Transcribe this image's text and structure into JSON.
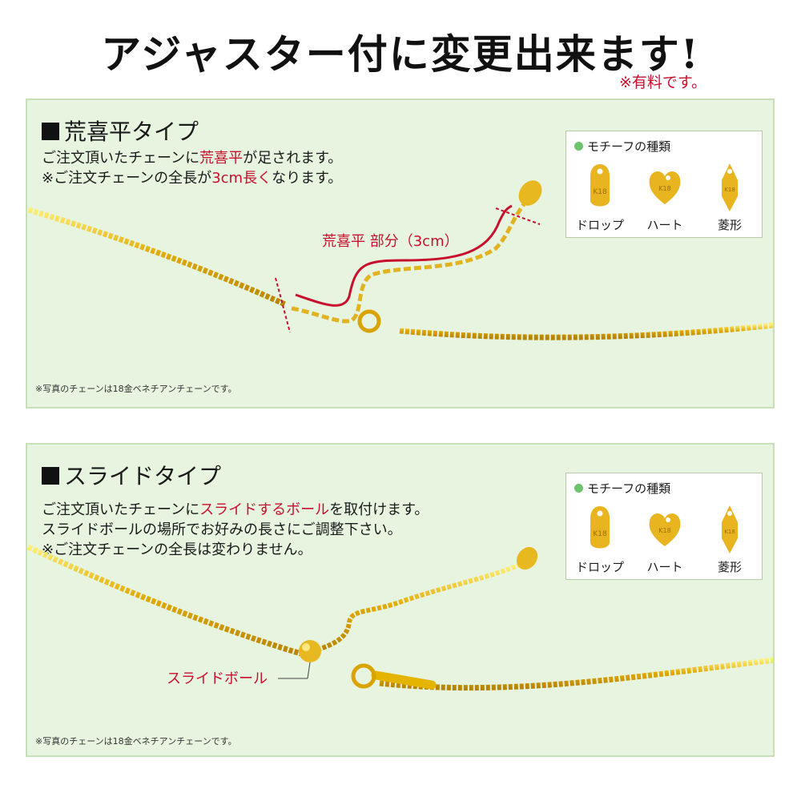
{
  "header": {
    "title": "アジャスター付に変更出来ます!",
    "fee_note": "※有料です。"
  },
  "section1": {
    "title": "荒喜平タイプ",
    "desc_line1_before": "ご注文頂いたチェーンに",
    "desc_line1_highlight": "荒喜平",
    "desc_line1_after": "が足されます。",
    "desc_line2_before": "※ご注文チェーンの全長が",
    "desc_line2_highlight": "3cm長く",
    "desc_line2_after": "なります。",
    "part_label": "荒喜平 部分（3cm）",
    "photo_note": "※写真のチェーンは18金ベネチアンチェーンです。",
    "motif": {
      "heading": "モチーフの種類",
      "items": [
        {
          "label": "ドロップ",
          "engraving": "K18"
        },
        {
          "label": "ハート",
          "engraving": "K18"
        },
        {
          "label": "菱形",
          "engraving": "K18"
        }
      ]
    }
  },
  "section2": {
    "title": "スライドタイプ",
    "desc_line1_before": "ご注文頂いたチェーンに",
    "desc_line1_highlight": "スライドするボール",
    "desc_line1_after": "を取付けます。",
    "desc_line2": "スライドボールの場所でお好みの長さにご調整下さい。",
    "desc_line3": "※ご注文チェーンの全長は変わりません。",
    "ball_label": "スライドボール",
    "photo_note": "※写真のチェーンは18金ベネチアンチェーンです。",
    "motif": {
      "heading": "モチーフの種類",
      "items": [
        {
          "label": "ドロップ",
          "engraving": "K18"
        },
        {
          "label": "ハート",
          "engraving": "K18"
        },
        {
          "label": "菱形",
          "engraving": "K18"
        }
      ]
    }
  },
  "colors": {
    "panel_bg": "#e6f4e0",
    "accent_red": "#c8102e",
    "gold": "#e6b400",
    "motif_dot": "#6cc46c"
  }
}
